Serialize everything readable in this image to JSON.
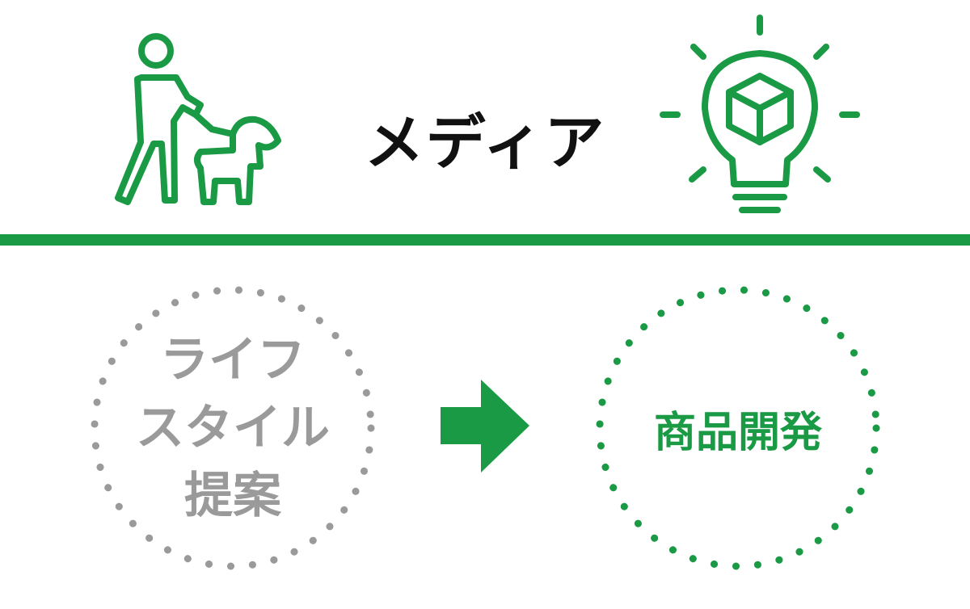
{
  "colors": {
    "accent": "#1a9a44",
    "muted": "#9a9a9a",
    "title": "#111111",
    "background": "#ffffff"
  },
  "header": {
    "title": "メディア",
    "left_icon": "person-walking-dog-icon",
    "right_icon": "lightbulb-box-icon"
  },
  "flow": {
    "from": {
      "lines": [
        "ライフ",
        "スタイル",
        "提案"
      ]
    },
    "arrow_icon": "arrow-right-icon",
    "to": {
      "label": "商品開発"
    }
  }
}
